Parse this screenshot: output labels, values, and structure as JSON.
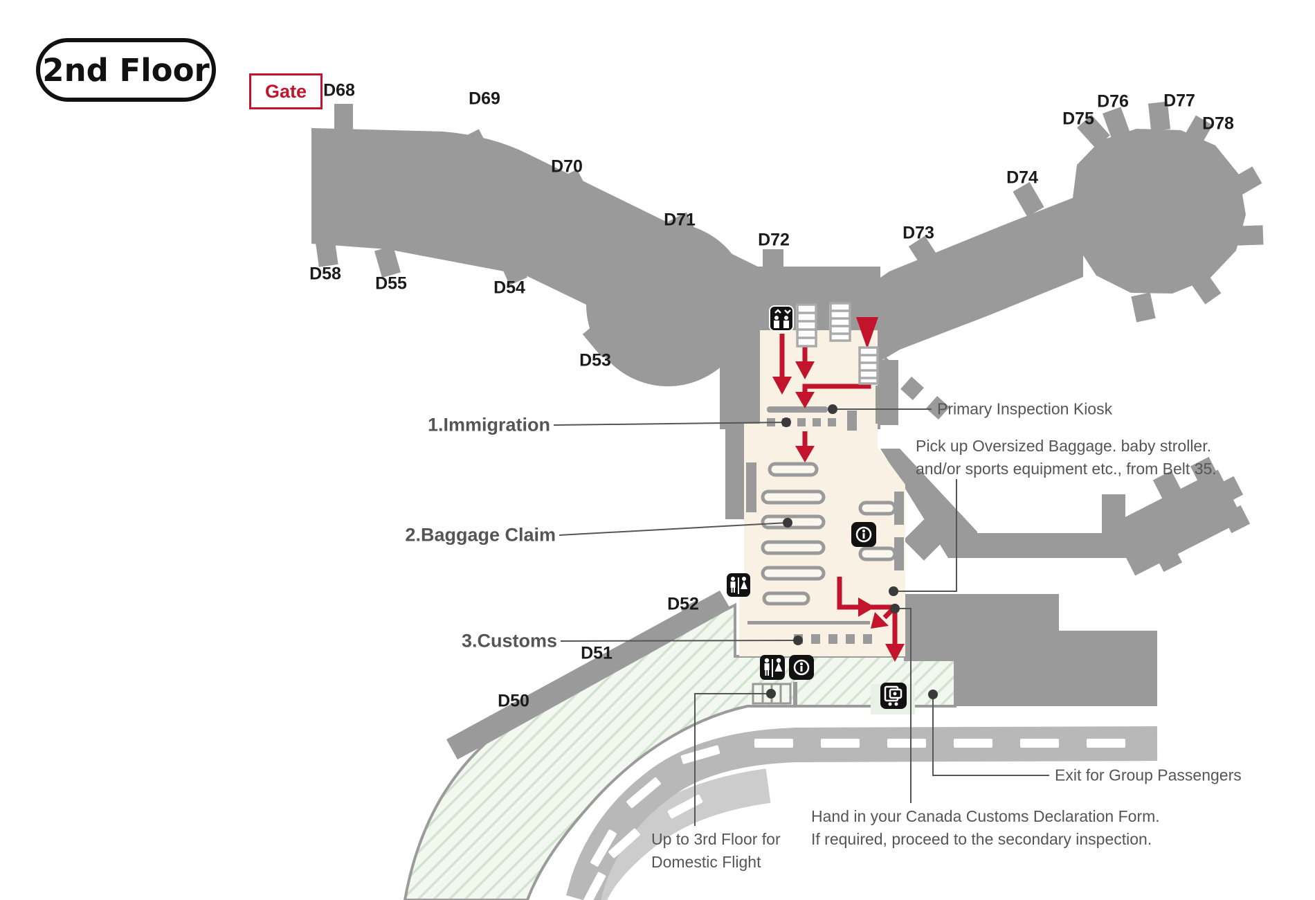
{
  "floor_badge": "2nd Floor",
  "gate_legend": "Gate",
  "gates": [
    "D68",
    "D69",
    "D70",
    "D71",
    "D72",
    "D73",
    "D74",
    "D75",
    "D76",
    "D77",
    "D78",
    "D58",
    "D55",
    "D54",
    "D53",
    "D52",
    "D51",
    "D50"
  ],
  "sections": {
    "immigration": "1.Immigration",
    "baggage": "2.Baggage Claim",
    "customs": "3.Customs"
  },
  "annotations": {
    "primary_kiosk": "Primary Inspection Kiosk",
    "oversized_line1": "Pick up Oversized Baggage. baby stroller.",
    "oversized_line2": "and/or sports equipment etc., from Belt 35.",
    "exit_group": "Exit for Group Passengers",
    "customs_form_line1": "Hand in your Canada Customs Declaration Form.",
    "customs_form_line2": "If required, proceed to the secondary inspection.",
    "upstairs_line1": "Up to 3rd Floor for",
    "upstairs_line2": "Domestic Flight"
  },
  "icons": [
    "elevator-icon",
    "stairs-icon",
    "restroom-icon",
    "info-icon",
    "currency-machine-icon",
    "escalator-icon",
    "arrival-flow-arrow"
  ],
  "colors": {
    "terminal_gray": "#9a9a9a",
    "hall_cream": "#f8f1e4",
    "accent_red": "#c3142d",
    "hatch_bg": "#f2f8f0",
    "hatch_stripe": "#d3e3d0",
    "road_upper": "#b8b8b8",
    "road_lower": "#cccccc",
    "icon_black": "#111111",
    "text_dark": "#1a1a1a",
    "text_gray": "#555555"
  }
}
